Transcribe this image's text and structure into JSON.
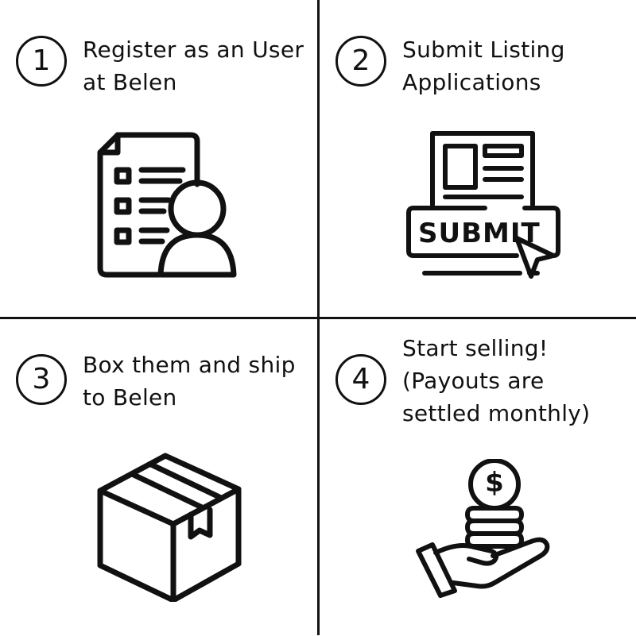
{
  "steps": [
    {
      "number": "1",
      "lines": [
        "Register as an User",
        "at Belen"
      ],
      "icon": "registration-form-user-icon"
    },
    {
      "number": "2",
      "lines": [
        "Submit Listing",
        "Applications"
      ],
      "icon": "submit-document-icon",
      "icon_text": "SUBMIT"
    },
    {
      "number": "3",
      "lines": [
        "Box them and ship",
        "to Belen"
      ],
      "icon": "shipping-box-icon"
    },
    {
      "number": "4",
      "lines": [
        "Start selling!",
        "(Payouts are",
        "settled monthly)"
      ],
      "icon": "hand-coins-dollar-icon",
      "icon_text": "$"
    }
  ],
  "colors": {
    "ink": "#111111",
    "background": "#ffffff"
  }
}
